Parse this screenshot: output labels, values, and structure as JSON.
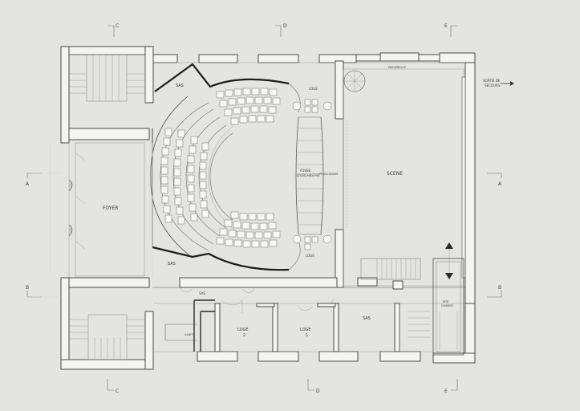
{
  "section_markers": [
    "C",
    "D",
    "E",
    "A",
    "B"
  ],
  "rooms": {
    "sas": "SAS",
    "loge_side": "LOGE",
    "foyer": "FOYER",
    "scene": "SCENE",
    "fosse_line1": "FOSSE",
    "fosse_line2": "D'ORCHESTRE",
    "proscenium": "PROSCENIUM",
    "loge_1_line1": "LOGE",
    "loge_1_line2": "1",
    "loge_2_line1": "LOGE",
    "loge_2_line2": "2",
    "montecharge_line1": "MTE",
    "montecharge_line2": "CHARGE",
    "sanitaires": "SANIT.",
    "passerelle": "PASSERELLE"
  },
  "annotations": {
    "exit_line1": "SORTIE DE",
    "exit_line2": "SECOURS"
  },
  "colors": {
    "paper": "#e4e4e2",
    "wall": "#4a4a4a",
    "heavy": "#1c1c1c"
  }
}
